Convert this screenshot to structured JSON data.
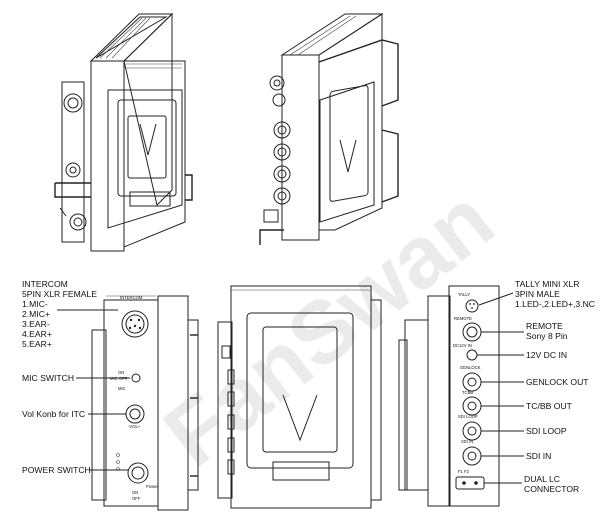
{
  "watermark": "FanSwan",
  "left_labels": {
    "intercom_title": "INTERCOM",
    "intercom_type": "5PIN XLR FEMALE",
    "pins": [
      "1.MIC-",
      "2.MIC+",
      "3.EAR-",
      "4.EAR+",
      "5.EAR+"
    ],
    "mic_switch": "MIC SWITCH",
    "vol_knob": "Vol Konb for ITC",
    "power_switch": "POWER SWITCH"
  },
  "right_labels": {
    "tally_title": "TALLY MINI XLR",
    "tally_type": "3PIN MALE",
    "tally_pins": "1.LED-,2.LED+,3.NC",
    "remote": "REMOTE",
    "remote_sub": "Sony 8 Pin",
    "dc_in": "12V DC IN",
    "genlock": "GENLOCK OUT",
    "tcbb": "TC/BB OUT",
    "sdi_loop": "SDI LOOP",
    "sdi_in": "SDI IN",
    "dual_lc": "DUAL LC",
    "connector": "CONNECTOR"
  },
  "left_panel_print": {
    "intercom": "INTERCOM",
    "mic_on": "ON",
    "mic_off": "MIC  OFF",
    "mic_side": "MIC",
    "vol": "-VOL+",
    "power": "Power",
    "power_on": "ON",
    "power_off": "OFF"
  },
  "right_panel_print": {
    "tally": "TALLY",
    "remote": "REMOTE",
    "dc": "DC12V IN",
    "genlock": "GENLOCK",
    "tcbb": "TCBB",
    "sdi_loop": "SDI LOOP",
    "sdi_in": "SDI IN",
    "f1f2": "F1  F2"
  }
}
